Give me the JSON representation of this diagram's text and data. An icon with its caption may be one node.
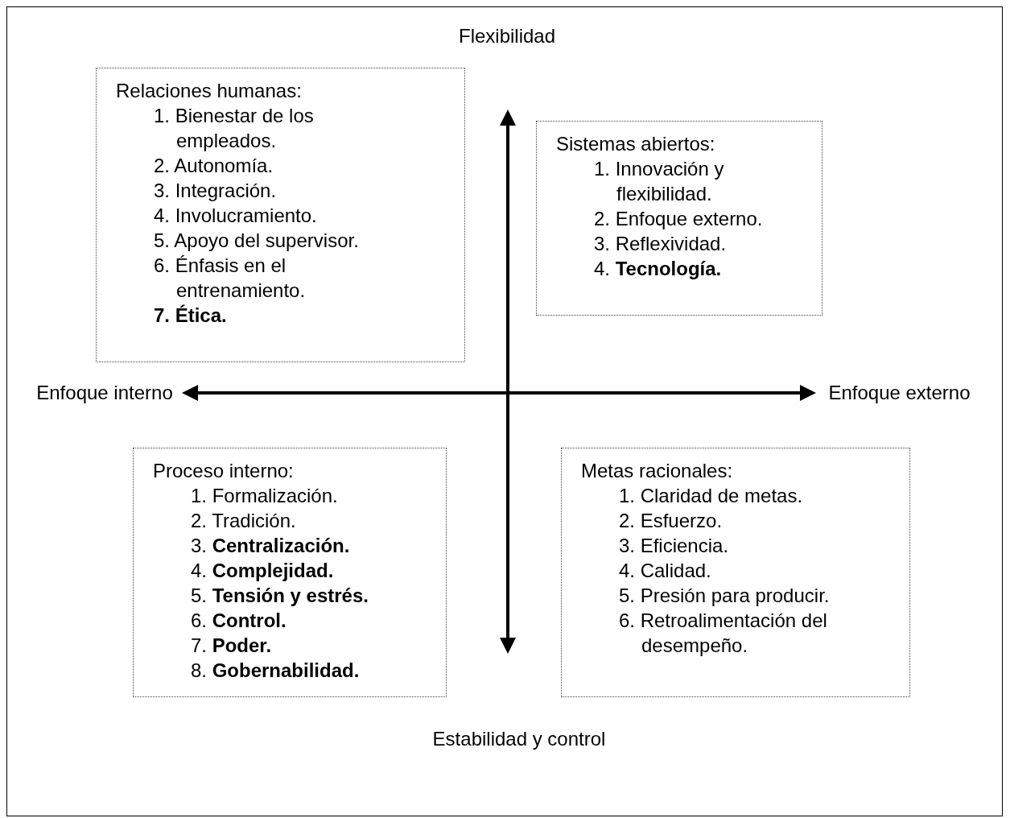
{
  "diagram": {
    "nodes": [
      {
        "text": [
          "Relaciones humanas:",
          "1. Bienestar de los empleados.",
          "2. Autonomía.",
          "3. Integración.",
          "4. Involucramiento.",
          "5. Apoyo del supervisor.",
          "6. Énfasis en el entrenamiento.",
          "**7. Ética.**"
        ]
      },
      {
        "text": [
          "Sistemas abiertos:",
          "1. Innovación y flexibilidad.",
          "2. Enfoque externo.",
          "3. Reflexividad.",
          "4. **Tecnología.**"
        ]
      },
      {
        "text": [
          "Enfoque interno"
        ]
      },
      {
        "text": [
          "Enfoque externo"
        ]
      },
      {
        "text": [
          "Proceso interno:",
          "1. Formalización.",
          "2. Tradición.",
          "3. **Centralización.**",
          "4. **Complejidad.**",
          "5. **Tensión y estrés.**",
          "6. **Control.**",
          "7. **Poder.**",
          "8. **Gobernabilidad.**"
        ]
      },
      {
        "text": [
          "Metas racionales:",
          "1. Claridad de metas.",
          "2. Esfuerzo.",
          "3. Eficiencia.",
          "4. Calidad.",
          "5. Presión para producir.",
          "6. Retroalimentación del desempeño."
        ]
      }
    ],
    "edges": [
      {
        "from": 2,
        "to": 3,
        "arrow": "both"
      }
    ],
    "labels": [
      "Flexibilidad",
      "Estabilidad y control"
    ]
  }
}
